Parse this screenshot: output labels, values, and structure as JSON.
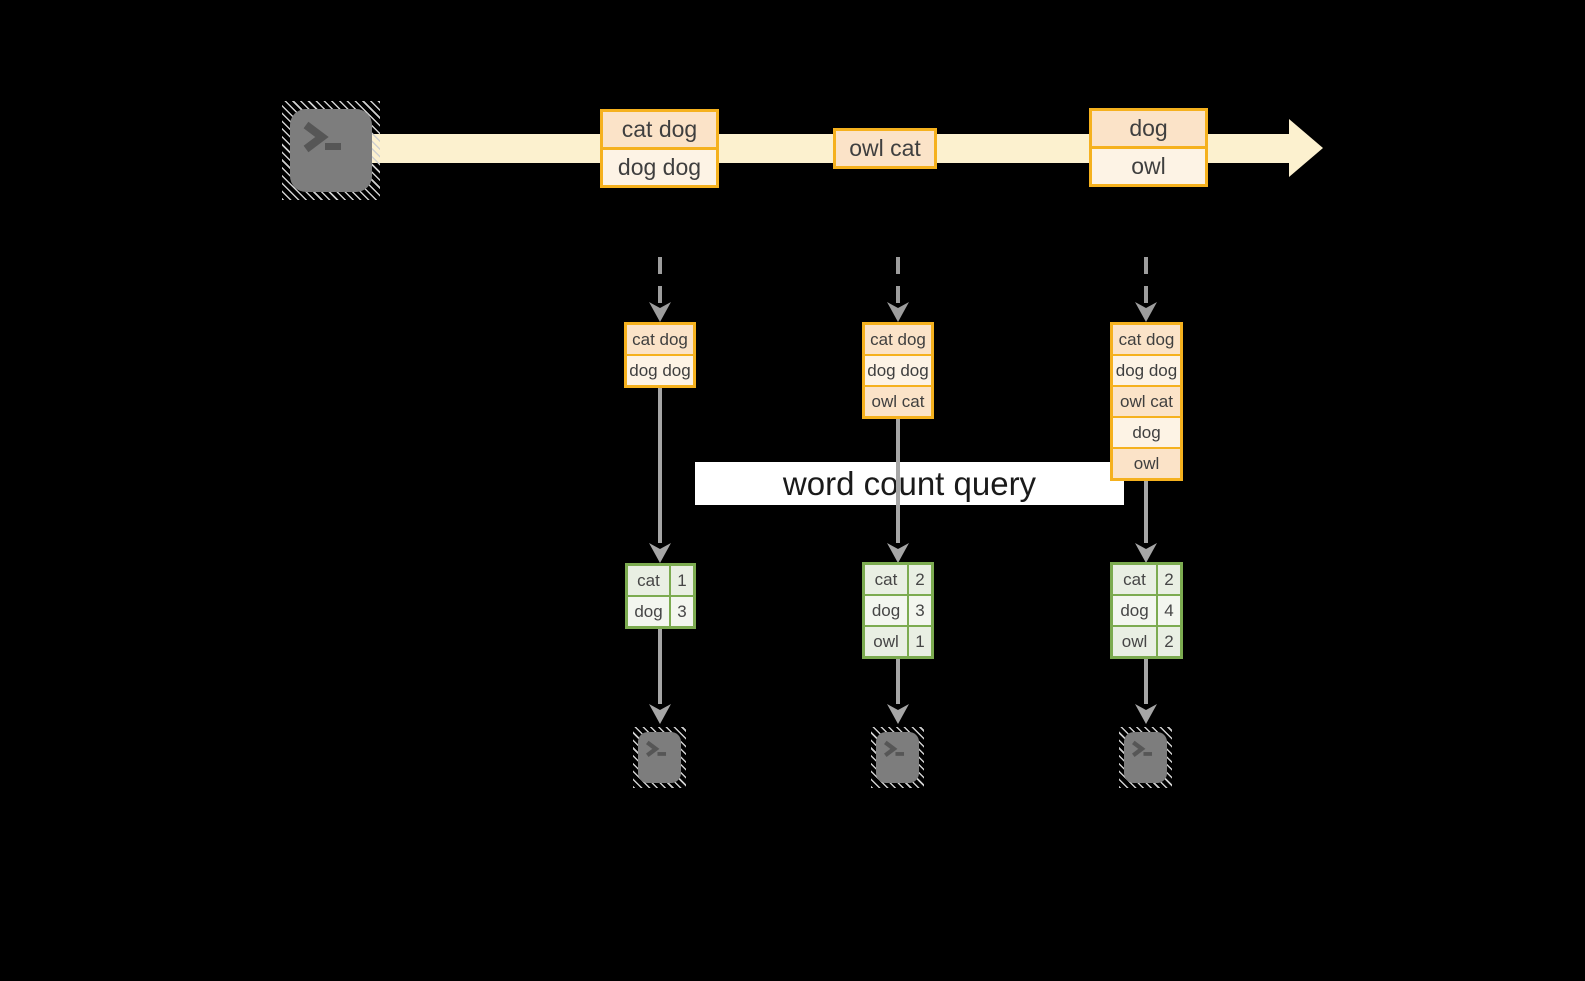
{
  "query_label": "word count query",
  "stream": {
    "events": [
      {
        "lines": [
          "cat dog",
          "dog dog"
        ]
      },
      {
        "lines": [
          "owl cat"
        ]
      },
      {
        "lines": [
          "dog",
          "owl"
        ]
      }
    ]
  },
  "snapshots": [
    {
      "buffer": [
        "cat dog",
        "dog dog"
      ],
      "counts": [
        {
          "word": "cat",
          "count": "1"
        },
        {
          "word": "dog",
          "count": "3"
        }
      ]
    },
    {
      "buffer": [
        "cat dog",
        "dog dog",
        "owl cat"
      ],
      "counts": [
        {
          "word": "cat",
          "count": "2"
        },
        {
          "word": "dog",
          "count": "3"
        },
        {
          "word": "owl",
          "count": "1"
        }
      ]
    },
    {
      "buffer": [
        "cat dog",
        "dog dog",
        "owl cat",
        "dog",
        "owl"
      ],
      "counts": [
        {
          "word": "cat",
          "count": "2"
        },
        {
          "word": "dog",
          "count": "4"
        },
        {
          "word": "owl",
          "count": "2"
        }
      ]
    }
  ],
  "icons": {
    "source": "terminal-icon",
    "sinks": [
      "terminal-icon",
      "terminal-icon",
      "terminal-icon"
    ]
  },
  "colors": {
    "background": "#000000",
    "stream_band": "#FCF1CF",
    "event_border": "#F5B11E",
    "event_cell_dark": "#FBE3C8",
    "event_cell_light": "#FDF3E5",
    "table_border": "#7CAB50",
    "table_row_dark": "#E9EFE3",
    "table_row_light": "#F3F6EF",
    "connector_gray": "#A6A6A6",
    "terminal_gray": "#7D7D7D",
    "label_band": "#FFFFFF"
  }
}
